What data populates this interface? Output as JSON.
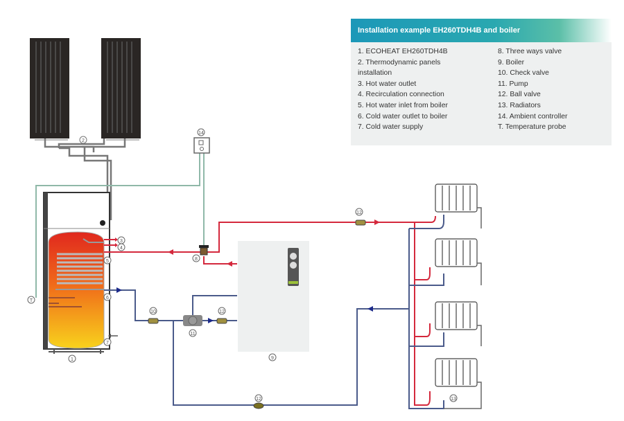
{
  "legend": {
    "title": "Installation example EH260TDH4B and boiler",
    "left_items": [
      "1. ECOHEAT EH260TDH4B",
      "2. Thermodynamic panels",
      "installation",
      "3. Hot water outlet",
      "4. Recirculation connection",
      "5. Hot water inlet from boiler",
      "6. Cold water outlet to boiler",
      "7. Cold water supply"
    ],
    "right_items": [
      "8. Three ways valve",
      "9. Boiler",
      "10. Check valve",
      "11. Pump",
      "12. Ball valve",
      "13. Radiators",
      "14. Ambient controller",
      "T. Temperature probe"
    ]
  },
  "markers": {
    "panels": "2",
    "tank": "1",
    "hot_outlet": "3",
    "recirc": "4",
    "hot_inlet": "5",
    "cold_outlet": "6",
    "cold_supply": "7",
    "probe": "T",
    "three_way": "8",
    "boiler": "9",
    "check_valve": "10",
    "pump": "11",
    "ball_valve_top": "12",
    "ball_valve_pump": "12",
    "ball_valve_bottom": "12",
    "radiators": "13",
    "controller": "14"
  },
  "colors": {
    "hot_pipe": "#d4283c",
    "cold_pipe": "#4a5a8a",
    "return_pipe": "#5a6480",
    "control_wire": "#8fb8a8",
    "panel": "#2a2624",
    "legend_header": "#1c98b8"
  }
}
